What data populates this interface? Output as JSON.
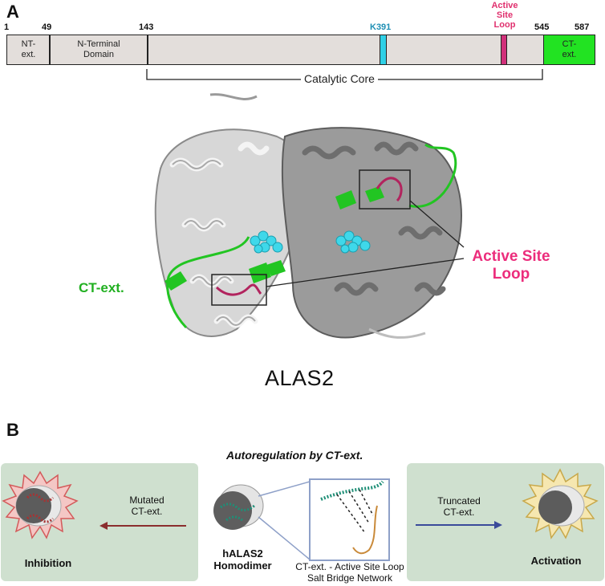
{
  "panel_a": {
    "letter": "A",
    "positions": [
      "1",
      "49",
      "143",
      "545",
      "587"
    ],
    "segments": {
      "nt_ext": "NT-\next.",
      "nt_domain": "N-Terminal\nDomain",
      "ct_ext": "CT-\next."
    },
    "marker_k391": "K391",
    "marker_active_site_loop": "Active\nSite\nLoop",
    "catalytic_core": "Catalytic Core",
    "ct_ext_label": "CT-ext.",
    "active_site_loop_label": "Active Site\nLoop",
    "protein_name": "ALAS2",
    "colors": {
      "bar_fill": "#e3dedb",
      "ct_ext": "#22e322",
      "k391": "#2fd0e6",
      "active_loop": "#d1307a",
      "helix_green": "#22c522"
    }
  },
  "panel_b": {
    "letter": "B",
    "title": "Autoregulation by CT-ext.",
    "left_arrow_label": "Mutated\nCT-ext.",
    "left_outcome": "Inhibition",
    "center_label": "hALAS2\nHomodimer",
    "network_caption": "CT-ext. - Active Site Loop\nSalt Bridge Network",
    "right_arrow_label": "Truncated\nCT-ext.",
    "right_outcome": "Activation",
    "colors": {
      "box_bg": "#cfe0cf",
      "inhibition_burst": "#f4c7c5",
      "activation_burst": "#f6e7b0",
      "mutated_strand": "#a83232",
      "ct_strand": "#1f8f77",
      "loop_strand": "#c98a3a",
      "left_arrow": "#8b2e2e",
      "right_arrow": "#3a4a9a"
    }
  }
}
